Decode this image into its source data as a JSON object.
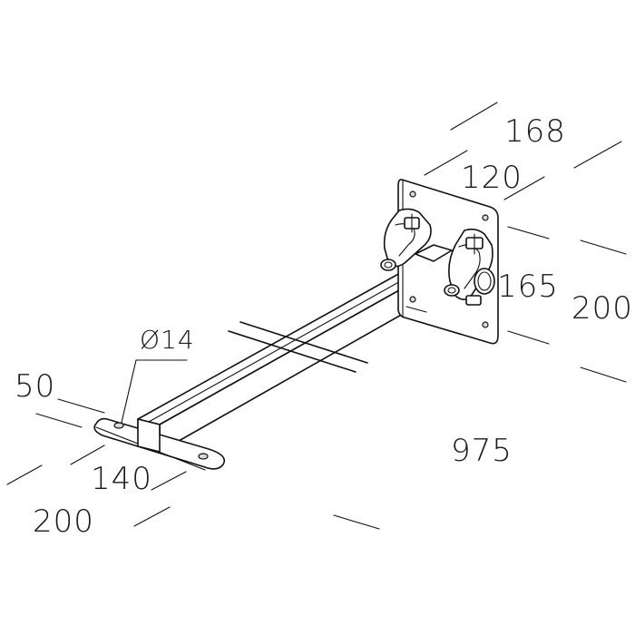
{
  "colors": {
    "line": "#111111",
    "background": "#ffffff",
    "hole_fill": "#d9d9d9"
  },
  "dimensions": {
    "plate_width": "168",
    "plate_hole_spacing_h": "120",
    "plate_height": "200",
    "plate_hole_spacing_v": "165",
    "arm_length": "975",
    "hole_diameter": "Ø14",
    "foot_width": "50",
    "foot_hole_spacing": "140",
    "foot_length": "200"
  }
}
